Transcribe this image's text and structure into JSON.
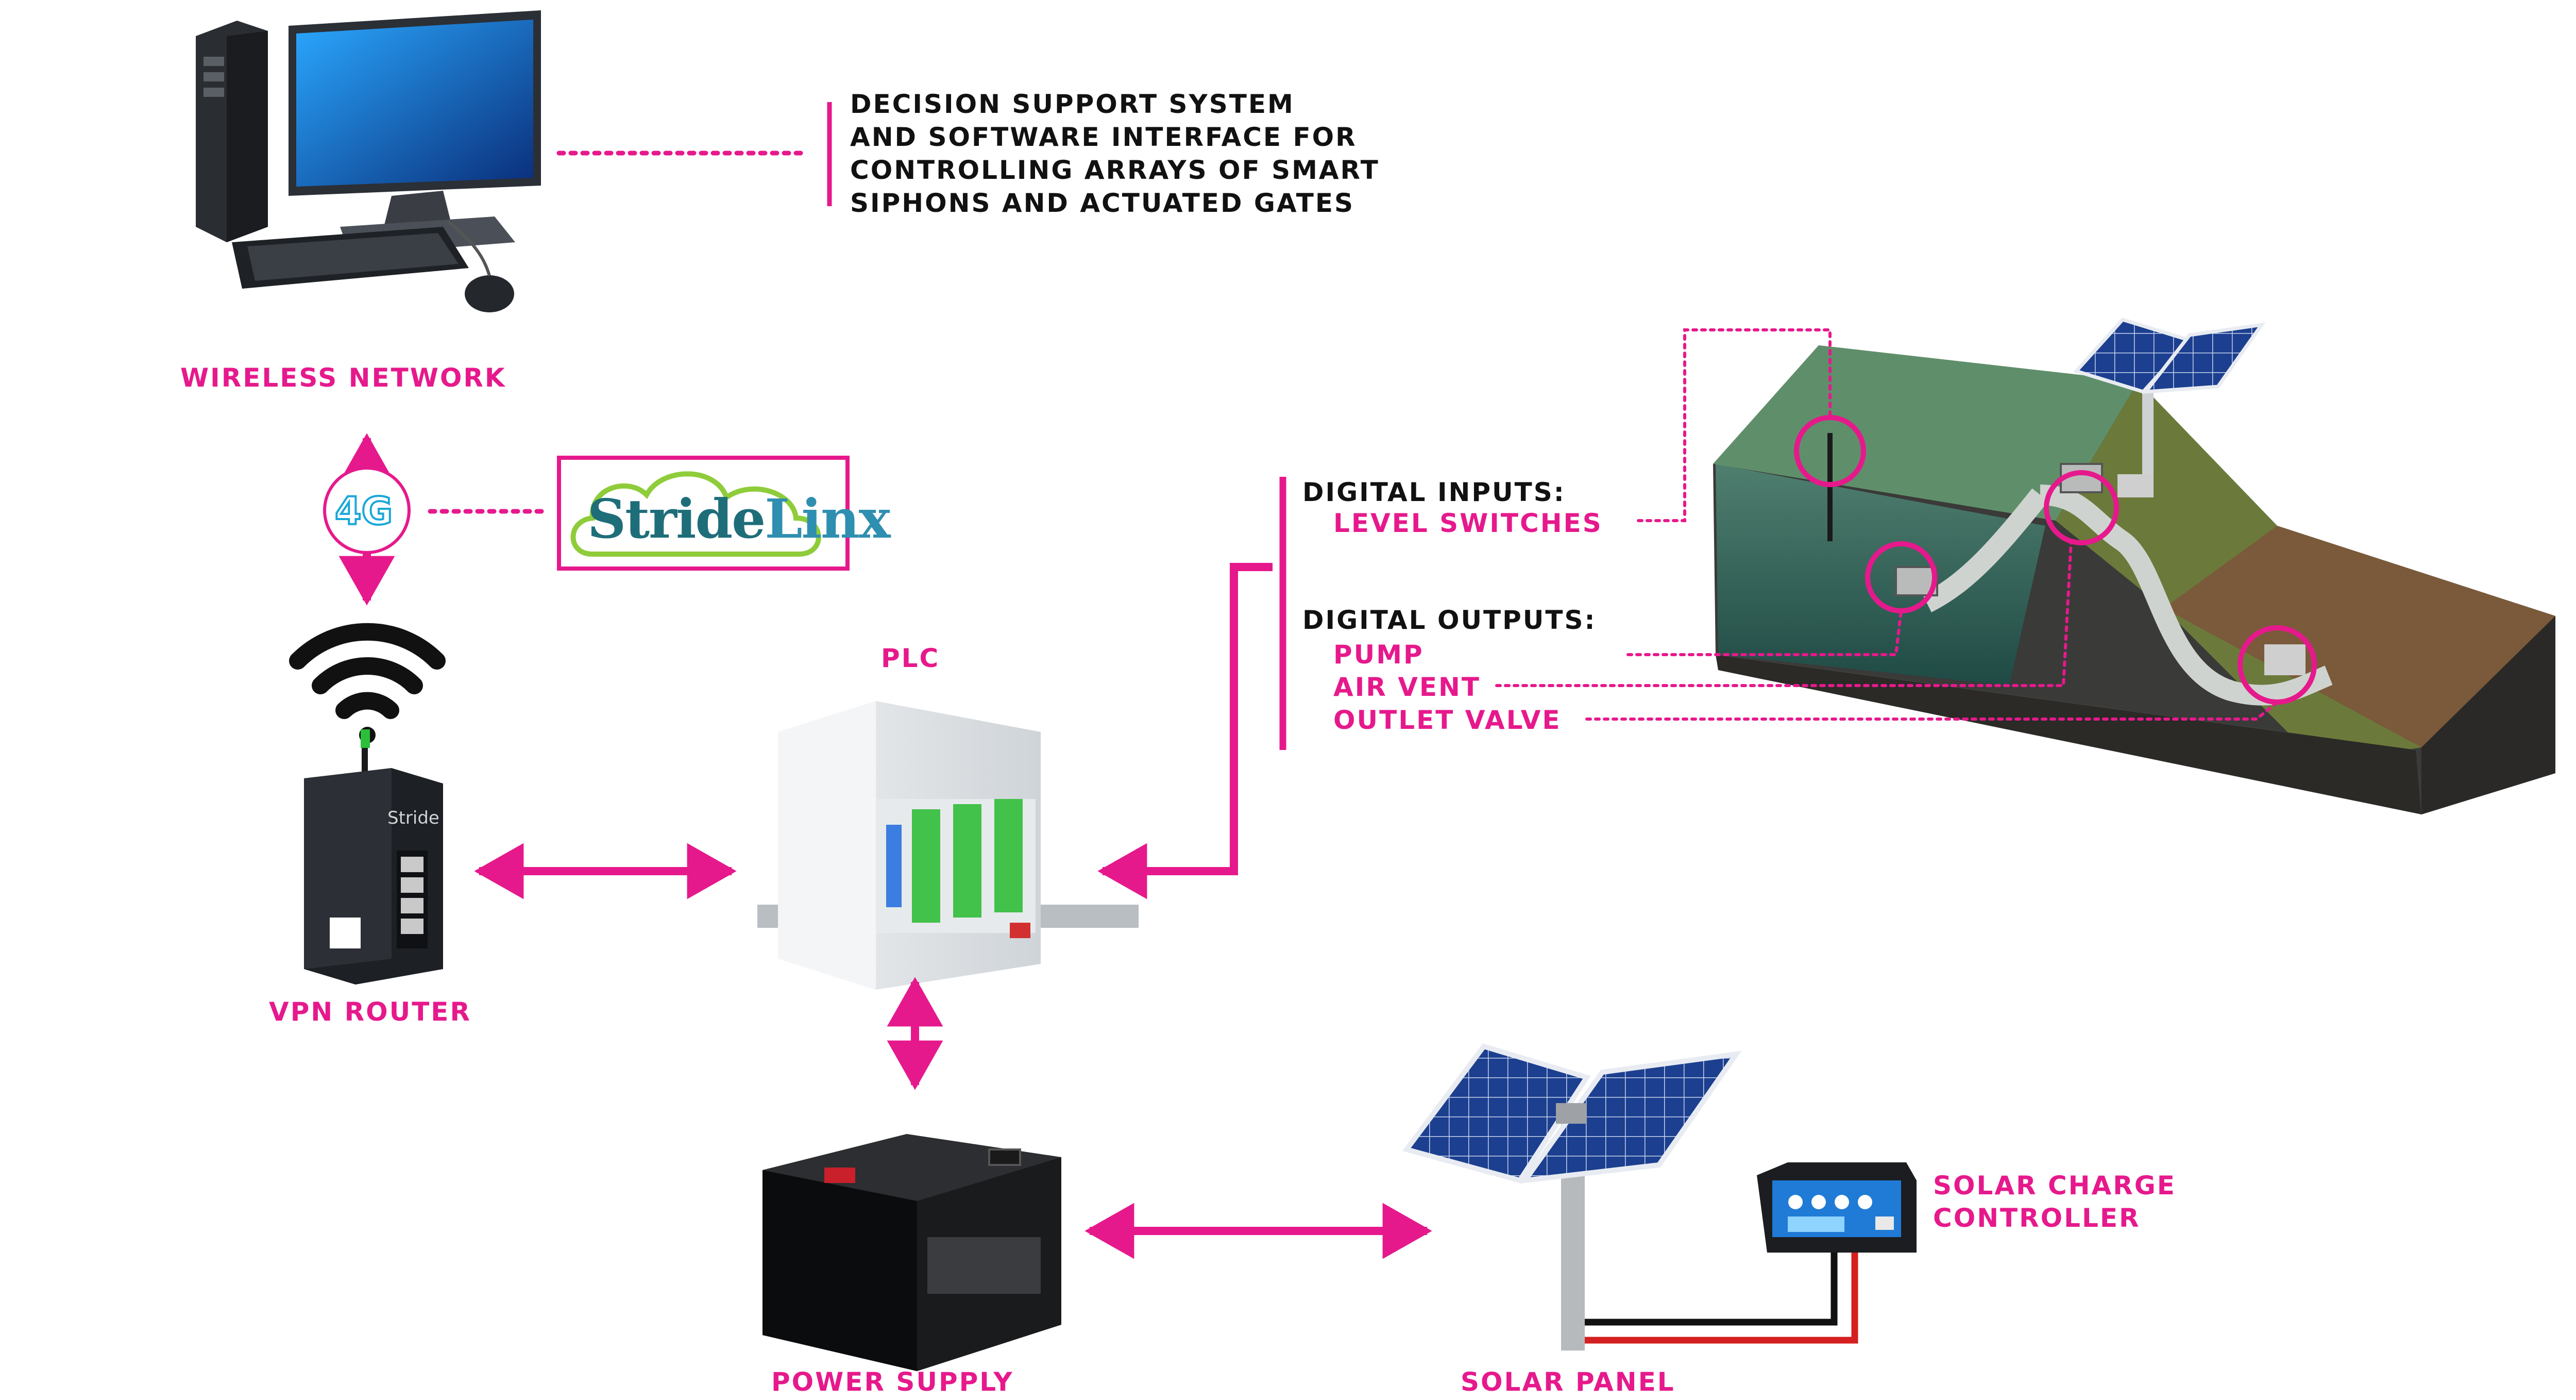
{
  "labels": {
    "description": [
      "DECISION SUPPORT SYSTEM",
      "AND SOFTWARE INTERFACE FOR",
      "CONTROLLING ARRAYS OF SMART",
      "SIPHONS AND ACTUATED GATES"
    ],
    "wireless_network": "WIRELESS NETWORK",
    "vpn_router": "VPN ROUTER",
    "plc": "PLC",
    "power_supply": "POWER SUPPLY",
    "solar_panel": "SOLAR PANEL",
    "solar_charge_controller": [
      "SOLAR CHARGE",
      "CONTROLLER"
    ],
    "digital_inputs_header": "DIGITAL INPUTS:",
    "level_switches": "LEVEL SWITCHES",
    "digital_outputs_header": "DIGITAL OUTPUTS:",
    "pump": "PUMP",
    "air_vent": "AIR VENT",
    "outlet_valve": "OUTLET VALVE"
  },
  "brands": {
    "stridelinx_stride": "Stri",
    "stridelinx_i": "de",
    "stridelinx_linx": "Linx",
    "cellular": "4G",
    "router_brand": "Stride"
  },
  "colors": {
    "accent": "#e6198c",
    "text_dark": "#111111",
    "cable_red": "#d42020",
    "cable_black": "#111111",
    "panel_blue": "#1c3f8f",
    "stridelinx_teal": "#1e6e7a",
    "cellular_blue": "#1aa7d8"
  },
  "icons": [
    "desktop-computer-icon",
    "wifi-icon",
    "vpn-router-icon",
    "plc-icon",
    "battery-icon",
    "solar-panel-icon",
    "charge-controller-icon",
    "siphon-landscape-icon",
    "cloud-icon"
  ]
}
